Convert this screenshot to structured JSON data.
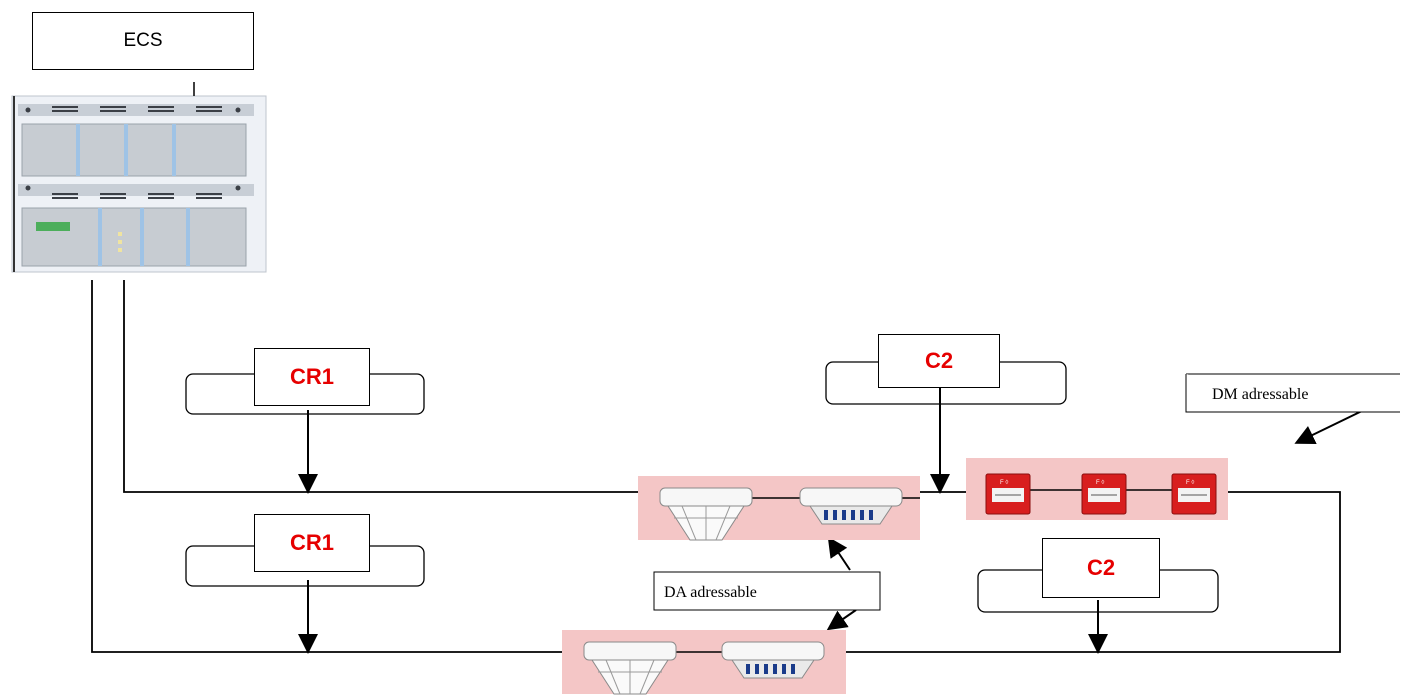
{
  "panel": {
    "title": "ECS"
  },
  "labels": {
    "cr1_top": "CR1",
    "cr1_bottom": "CR1",
    "c2_top": "C2",
    "c2_bottom": "C2"
  },
  "annotations": {
    "dm": "DM adressable",
    "da": "DA adressable"
  },
  "colors": {
    "label_red": "#e60000",
    "device_bg": "#f4c6c6",
    "pull_station_red": "#d81e1e"
  }
}
